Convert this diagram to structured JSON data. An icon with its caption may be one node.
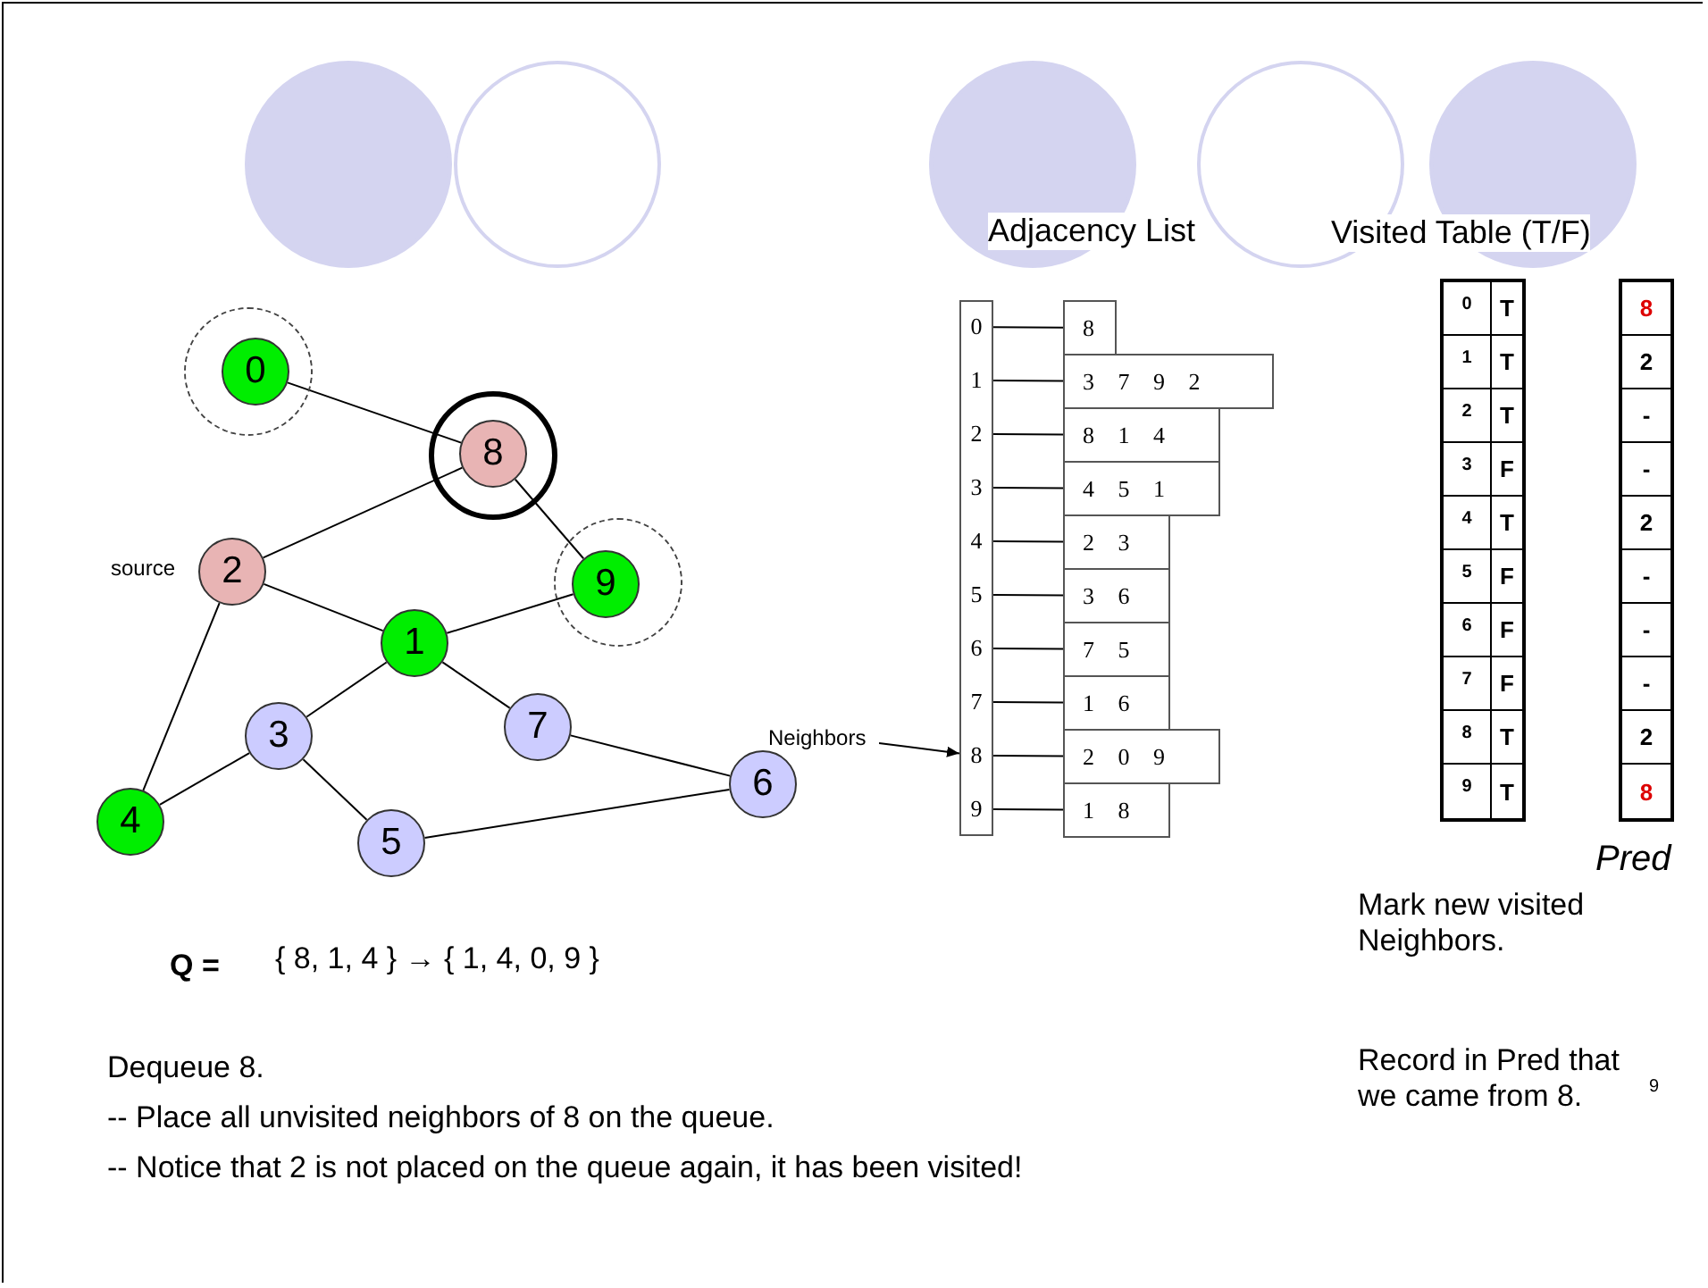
{
  "diagram": {
    "nodes": [
      {
        "text": [],
        "shape": "circle"
      },
      {
        "text": [
          "0"
        ],
        "in": 0
      },
      {
        "text": [],
        "shape": "circle"
      },
      {
        "text": [
          "8"
        ],
        "in": 2
      },
      {
        "text": [
          "2"
        ],
        "beside": [
          "source"
        ]
      },
      {
        "text": [],
        "shape": "circle"
      },
      {
        "text": [
          "9"
        ],
        "in": 5
      },
      {
        "text": [
          "1"
        ]
      },
      {
        "text": [
          "3"
        ]
      },
      {
        "text": [
          "7"
        ]
      },
      {
        "text": [
          "6"
        ]
      },
      {
        "text": [
          "4"
        ]
      },
      {
        "text": [
          "5"
        ]
      },
      {
        "text": [
          "Neighbors"
        ]
      },
      {
        "text": [],
        "shape": "box"
      },
      {
        "text": [
          "0"
        ],
        "in": 14
      },
      {
        "text": [
          "1"
        ],
        "in": 14
      },
      {
        "text": [
          "2"
        ],
        "in": 14
      },
      {
        "text": [
          "3"
        ],
        "in": 14
      },
      {
        "text": [
          "4"
        ],
        "in": 14
      },
      {
        "text": [
          "5"
        ],
        "in": 14
      },
      {
        "text": [
          "6"
        ],
        "in": 14
      },
      {
        "text": [
          "7"
        ],
        "in": 14
      },
      {
        "text": [
          "8"
        ],
        "in": 14
      },
      {
        "text": [
          "9"
        ],
        "in": 14
      },
      {
        "text": [
          "8"
        ]
      },
      {
        "text": [
          "3 7 9 2"
        ]
      },
      {
        "text": [
          "8 1 4"
        ]
      },
      {
        "text": [
          "4 5 1"
        ]
      },
      {
        "text": [
          "2 3"
        ]
      },
      {
        "text": [
          "3 6"
        ]
      },
      {
        "text": [
          "7 5"
        ]
      },
      {
        "text": [
          "1 6"
        ]
      },
      {
        "text": [
          "2 0 9"
        ]
      },
      {
        "text": [
          "1 8"
        ]
      }
    ],
    "edges": [
      {
        "from": 1,
        "to": 3,
        "arrow": "none"
      },
      {
        "from": 3,
        "to": 4,
        "arrow": "none"
      },
      {
        "from": 3,
        "to": 6,
        "arrow": "none"
      },
      {
        "from": 4,
        "to": 7,
        "arrow": "none"
      },
      {
        "from": 7,
        "to": 6,
        "arrow": "none"
      },
      {
        "from": 4,
        "to": 11,
        "arrow": "none"
      },
      {
        "from": 7,
        "to": 8,
        "arrow": "none"
      },
      {
        "from": 7,
        "to": 9,
        "arrow": "none"
      },
      {
        "from": 8,
        "to": 11,
        "arrow": "none"
      },
      {
        "from": 8,
        "to": 12,
        "arrow": "none"
      },
      {
        "from": 9,
        "to": 10,
        "arrow": "none"
      },
      {
        "from": 12,
        "to": 10,
        "arrow": "none"
      },
      {
        "from": 13,
        "to": 23,
        "arrow": "to"
      },
      {
        "from": 15,
        "to": 25,
        "arrow": "none"
      },
      {
        "from": 16,
        "to": 26,
        "arrow": "none"
      },
      {
        "from": 17,
        "to": 27,
        "arrow": "none"
      },
      {
        "from": 18,
        "to": 28,
        "arrow": "none"
      },
      {
        "from": 19,
        "to": 29,
        "arrow": "none"
      },
      {
        "from": 20,
        "to": 30,
        "arrow": "none"
      },
      {
        "from": 21,
        "to": 31,
        "arrow": "none"
      },
      {
        "from": 22,
        "to": 32,
        "arrow": "none"
      },
      {
        "from": 23,
        "to": 33,
        "arrow": "none"
      },
      {
        "from": 24,
        "to": 34,
        "arrow": "none"
      }
    ],
    "labels": [
      "Adjacency List",
      "Visited Table (T/F)",
      "0",
      "T",
      "8",
      "1",
      "T",
      "2",
      "2",
      "T",
      "-",
      "3",
      "F",
      "-",
      "4",
      "T",
      "2",
      "5",
      "F",
      "-",
      "6",
      "F",
      "-",
      "7",
      "F",
      "-",
      "8",
      "T",
      "2",
      "9",
      "T",
      "8",
      "Pred",
      "Q =",
      "{ 8, 1, 4 } → { 1, 4, 0, 9 }",
      "Mark new visited Neighbors.",
      "Record in Pred that we came from 8.",
      "Dequeue 8.",
      "-- Place all unvisited neighbors of 8 on the queue.",
      "-- Notice that 2 is not placed on the queue again, it has been visited!",
      "9"
    ]
  }
}
